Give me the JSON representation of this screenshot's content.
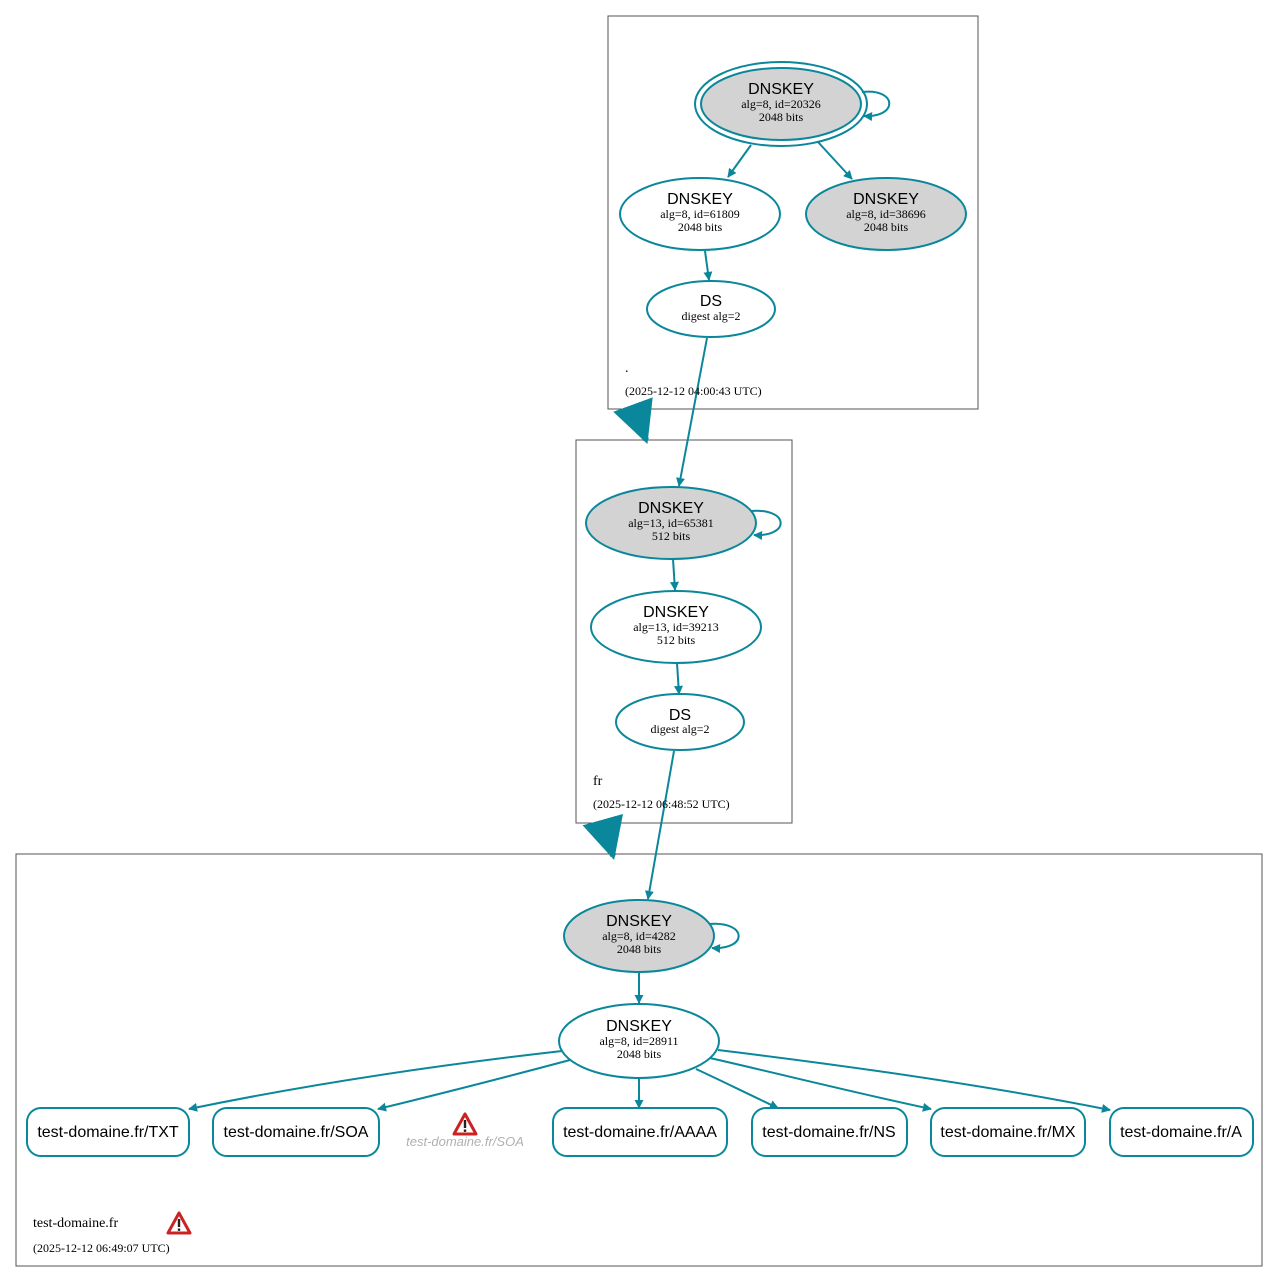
{
  "colors": {
    "edge": "#0a879a",
    "filled_node": "#d3d3d3",
    "zone_border": "#545454",
    "warning_red": "#cc2222",
    "warning_label": "#b0b0b0"
  },
  "zones": {
    "root": {
      "name": ".",
      "timestamp": "(2025-12-12 04:00:43 UTC)"
    },
    "fr": {
      "name": "fr",
      "timestamp": "(2025-12-12 06:48:52 UTC)"
    },
    "test": {
      "name": "test-domaine.fr",
      "timestamp": "(2025-12-12 06:49:07 UTC)",
      "warning_icon": "warning-icon"
    }
  },
  "nodes": {
    "root_ksk": {
      "type": "DNSKEY",
      "line1": "alg=8, id=20326",
      "line2": "2048 bits"
    },
    "root_zsk": {
      "type": "DNSKEY",
      "line1": "alg=8, id=61809",
      "line2": "2048 bits"
    },
    "root_key3": {
      "type": "DNSKEY",
      "line1": "alg=8, id=38696",
      "line2": "2048 bits"
    },
    "root_ds": {
      "type": "DS",
      "line1": "digest alg=2"
    },
    "fr_ksk": {
      "type": "DNSKEY",
      "line1": "alg=13, id=65381",
      "line2": "512 bits"
    },
    "fr_zsk": {
      "type": "DNSKEY",
      "line1": "alg=13, id=39213",
      "line2": "512 bits"
    },
    "fr_ds": {
      "type": "DS",
      "line1": "digest alg=2"
    },
    "test_ksk": {
      "type": "DNSKEY",
      "line1": "alg=8, id=4282",
      "line2": "2048 bits"
    },
    "test_zsk": {
      "type": "DNSKEY",
      "line1": "alg=8, id=28911",
      "line2": "2048 bits"
    }
  },
  "records": {
    "txt": "test-domaine.fr/TXT",
    "soa": "test-domaine.fr/SOA",
    "aaaa": "test-domaine.fr/AAAA",
    "ns": "test-domaine.fr/NS",
    "mx": "test-domaine.fr/MX",
    "a": "test-domaine.fr/A",
    "soa_warning": "test-domaine.fr/SOA"
  }
}
